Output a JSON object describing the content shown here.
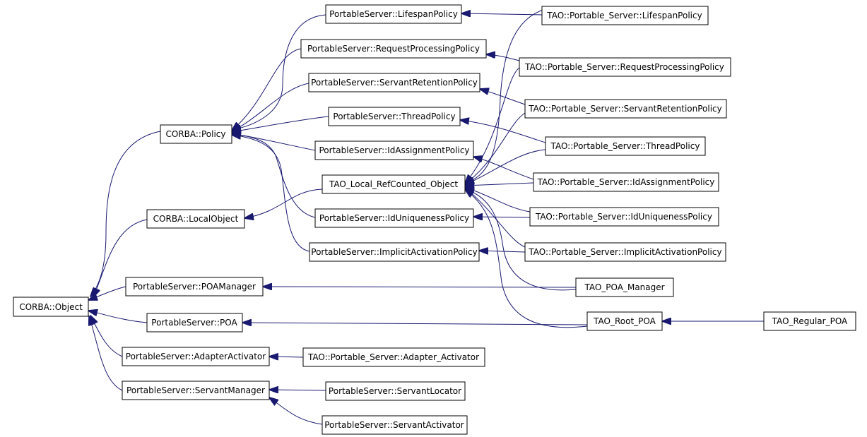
{
  "colors": {
    "edge": "#191970",
    "node_border": "#000000",
    "node_fill": "#ffffff",
    "background": "#ffffff"
  },
  "nodes": {
    "corba_object": "CORBA::Object",
    "corba_policy": "CORBA::Policy",
    "corba_localobject": "CORBA::LocalObject",
    "ps_poamanager": "PortableServer::POAManager",
    "ps_poa": "PortableServer::POA",
    "ps_adapteractivator": "PortableServer::AdapterActivator",
    "ps_servantmanager": "PortableServer::ServantManager",
    "ps_lifespanpolicy": "PortableServer::LifespanPolicy",
    "ps_requestprocessingpolicy": "PortableServer::RequestProcessingPolicy",
    "ps_servantretentionpolicy": "PortableServer::ServantRetentionPolicy",
    "ps_threadpolicy": "PortableServer::ThreadPolicy",
    "ps_idassignmentpolicy": "PortableServer::IdAssignmentPolicy",
    "tao_local_refcounted_object": "TAO_Local_RefCounted_Object",
    "ps_iduniquenesspolicy": "PortableServer::IdUniquenessPolicy",
    "ps_implicitactivationpolicy": "PortableServer::ImplicitActivationPolicy",
    "tao_ps_adapter_activator": "TAO::Portable_Server::Adapter_Activator",
    "ps_servantlocator": "PortableServer::ServantLocator",
    "ps_servantactivator": "PortableServer::ServantActivator",
    "tao_ps_lifespanpolicy": "TAO::Portable_Server::LifespanPolicy",
    "tao_ps_requestprocessingpolicy": "TAO::Portable_Server::RequestProcessingPolicy",
    "tao_ps_servantretentionpolicy": "TAO::Portable_Server::ServantRetentionPolicy",
    "tao_ps_threadpolicy": "TAO::Portable_Server::ThreadPolicy",
    "tao_ps_idassignmentpolicy": "TAO::Portable_Server::IdAssignmentPolicy",
    "tao_ps_iduniquenesspolicy": "TAO::Portable_Server::IdUniquenessPolicy",
    "tao_ps_implicitactivationpolicy": "TAO::Portable_Server::ImplicitActivationPolicy",
    "tao_poa_manager": "TAO_POA_Manager",
    "tao_root_poa": "TAO_Root_POA",
    "tao_regular_poa": "TAO_Regular_POA"
  },
  "edges": [
    {
      "from": "corba_policy",
      "to": "corba_object"
    },
    {
      "from": "corba_localobject",
      "to": "corba_object"
    },
    {
      "from": "ps_poamanager",
      "to": "corba_object"
    },
    {
      "from": "ps_poa",
      "to": "corba_object"
    },
    {
      "from": "ps_adapteractivator",
      "to": "corba_object"
    },
    {
      "from": "ps_servantmanager",
      "to": "corba_object"
    },
    {
      "from": "ps_lifespanpolicy",
      "to": "corba_policy"
    },
    {
      "from": "ps_requestprocessingpolicy",
      "to": "corba_policy"
    },
    {
      "from": "ps_servantretentionpolicy",
      "to": "corba_policy"
    },
    {
      "from": "ps_threadpolicy",
      "to": "corba_policy"
    },
    {
      "from": "ps_idassignmentpolicy",
      "to": "corba_policy"
    },
    {
      "from": "ps_iduniquenesspolicy",
      "to": "corba_policy"
    },
    {
      "from": "ps_implicitactivationpolicy",
      "to": "corba_policy"
    },
    {
      "from": "tao_local_refcounted_object",
      "to": "corba_localobject"
    },
    {
      "from": "tao_ps_adapter_activator",
      "to": "ps_adapteractivator"
    },
    {
      "from": "ps_servantlocator",
      "to": "ps_servantmanager"
    },
    {
      "from": "ps_servantactivator",
      "to": "ps_servantmanager"
    },
    {
      "from": "tao_ps_lifespanpolicy",
      "to": "ps_lifespanpolicy"
    },
    {
      "from": "tao_ps_requestprocessingpolicy",
      "to": "ps_requestprocessingpolicy"
    },
    {
      "from": "tao_ps_servantretentionpolicy",
      "to": "ps_servantretentionpolicy"
    },
    {
      "from": "tao_ps_threadpolicy",
      "to": "ps_threadpolicy"
    },
    {
      "from": "tao_ps_idassignmentpolicy",
      "to": "ps_idassignmentpolicy"
    },
    {
      "from": "tao_ps_iduniquenesspolicy",
      "to": "ps_iduniquenesspolicy"
    },
    {
      "from": "tao_ps_implicitactivationpolicy",
      "to": "ps_implicitactivationpolicy"
    },
    {
      "from": "tao_ps_lifespanpolicy",
      "to": "tao_local_refcounted_object"
    },
    {
      "from": "tao_ps_requestprocessingpolicy",
      "to": "tao_local_refcounted_object"
    },
    {
      "from": "tao_ps_servantretentionpolicy",
      "to": "tao_local_refcounted_object"
    },
    {
      "from": "tao_ps_threadpolicy",
      "to": "tao_local_refcounted_object"
    },
    {
      "from": "tao_ps_idassignmentpolicy",
      "to": "tao_local_refcounted_object"
    },
    {
      "from": "tao_ps_iduniquenesspolicy",
      "to": "tao_local_refcounted_object"
    },
    {
      "from": "tao_ps_implicitactivationpolicy",
      "to": "tao_local_refcounted_object"
    },
    {
      "from": "tao_poa_manager",
      "to": "tao_local_refcounted_object"
    },
    {
      "from": "tao_root_poa",
      "to": "tao_local_refcounted_object"
    },
    {
      "from": "tao_poa_manager",
      "to": "ps_poamanager"
    },
    {
      "from": "tao_root_poa",
      "to": "ps_poa"
    },
    {
      "from": "tao_regular_poa",
      "to": "tao_root_poa"
    }
  ]
}
